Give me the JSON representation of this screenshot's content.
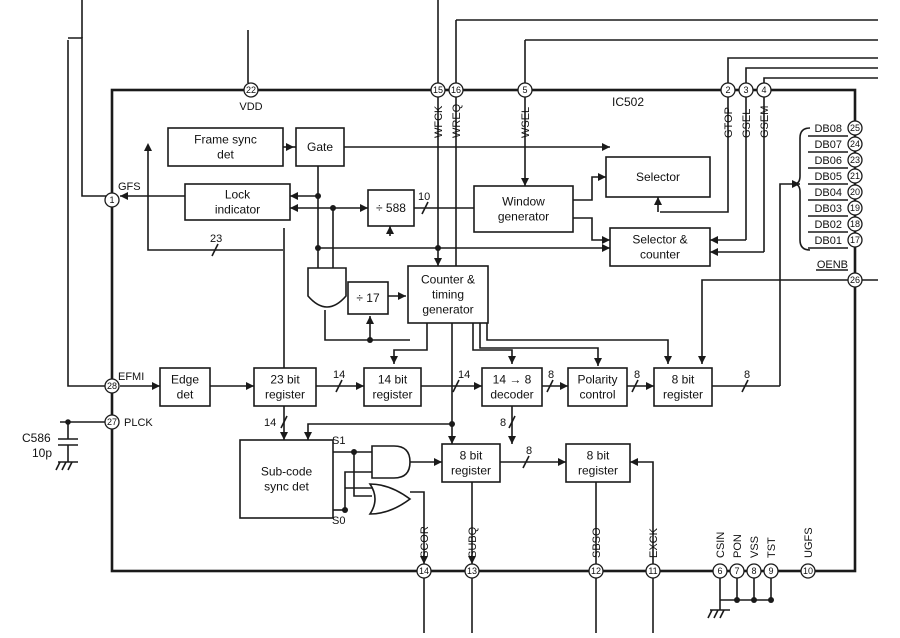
{
  "chip": {
    "ref": "IC502"
  },
  "pins": [
    {
      "id": "vdd",
      "num": "22",
      "label": "VDD"
    },
    {
      "id": "wfck",
      "num": "15",
      "label": "WFCK"
    },
    {
      "id": "wreq",
      "num": "16",
      "label": "WREQ"
    },
    {
      "id": "wsel",
      "num": "5",
      "label": "WSEL"
    },
    {
      "id": "gtop",
      "num": "2",
      "label": "GTOP"
    },
    {
      "id": "gsel",
      "num": "3",
      "label": "GSEL"
    },
    {
      "id": "gsem",
      "num": "4",
      "label": "GSEM"
    },
    {
      "id": "gfs",
      "num": "1",
      "label": "GFS"
    },
    {
      "id": "efmi",
      "num": "28",
      "label": "EFMI"
    },
    {
      "id": "plck",
      "num": "27",
      "label": "PLCK"
    },
    {
      "id": "db08",
      "num": "25",
      "label": "DB08"
    },
    {
      "id": "db07",
      "num": "24",
      "label": "DB07"
    },
    {
      "id": "db06",
      "num": "23",
      "label": "DB06"
    },
    {
      "id": "db05",
      "num": "21",
      "label": "DB05"
    },
    {
      "id": "db04",
      "num": "20",
      "label": "DB04"
    },
    {
      "id": "db03",
      "num": "19",
      "label": "DB03"
    },
    {
      "id": "db02",
      "num": "18",
      "label": "DB02"
    },
    {
      "id": "db01",
      "num": "17",
      "label": "DB01"
    },
    {
      "id": "oenb",
      "num": "26",
      "label": "OENB"
    },
    {
      "id": "scor",
      "num": "14",
      "label": "SCOR"
    },
    {
      "id": "subq",
      "num": "13",
      "label": "SUBQ"
    },
    {
      "id": "sbso",
      "num": "12",
      "label": "SBSO"
    },
    {
      "id": "exck",
      "num": "11",
      "label": "EXCK"
    },
    {
      "id": "csin",
      "num": "6",
      "label": "CSIN"
    },
    {
      "id": "pon",
      "num": "7",
      "label": "PON"
    },
    {
      "id": "vss",
      "num": "8",
      "label": "VSS"
    },
    {
      "id": "tst",
      "num": "9",
      "label": "TST"
    },
    {
      "id": "ugfs",
      "num": "10",
      "label": "UGFS"
    }
  ],
  "blocks": {
    "frame_sync": [
      "Frame sync",
      "det"
    ],
    "gate": [
      "Gate"
    ],
    "lock": [
      "Lock",
      "indicator"
    ],
    "div588": [
      "÷ 588"
    ],
    "window": [
      "Window",
      "generator"
    ],
    "selector": [
      "Selector"
    ],
    "selector_counter": [
      "Selector &",
      "counter"
    ],
    "div17": [
      "÷ 17"
    ],
    "counter_timing": [
      "Counter &",
      "timing",
      "generator"
    ],
    "edge": [
      "Edge",
      "det"
    ],
    "reg23": [
      "23 bit",
      "register"
    ],
    "reg14": [
      "14 bit",
      "register"
    ],
    "decoder": [
      "14 → 8",
      "decoder"
    ],
    "polarity": [
      "Polarity",
      "control"
    ],
    "reg8_out": [
      "8 bit",
      "register"
    ],
    "subcode": [
      "Sub-code",
      "sync det"
    ],
    "reg8_subq": [
      "8 bit",
      "register"
    ],
    "reg8_sbso": [
      "8 bit",
      "register"
    ]
  },
  "bus_labels": {
    "b588": "10",
    "b23": "23",
    "b14a": "14",
    "b14b": "14",
    "b8a": "8",
    "b8b": "8",
    "b8c": "8",
    "b14c": "14",
    "b8d": "8",
    "b8e": "8"
  },
  "signals": {
    "s1": "S1",
    "s0": "S0"
  },
  "capacitor": {
    "ref": "C586",
    "value": "10p"
  }
}
